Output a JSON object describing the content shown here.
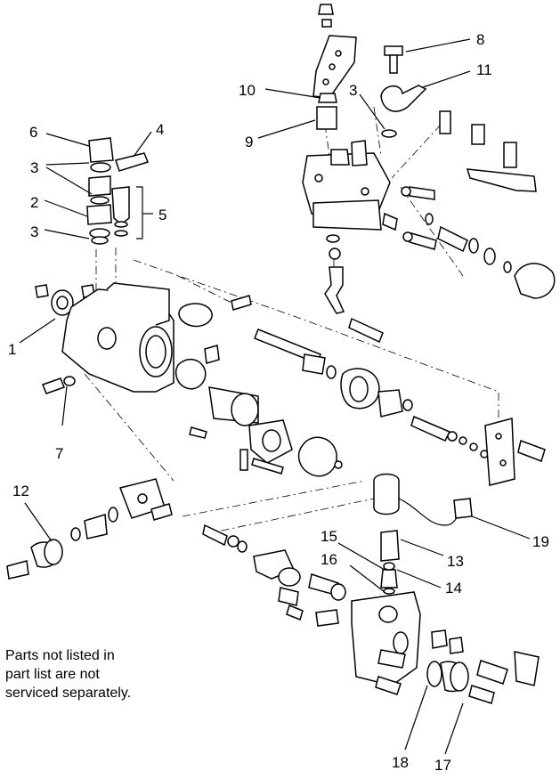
{
  "callouts": [
    {
      "id": "1",
      "label": "1"
    },
    {
      "id": "2",
      "label": "2"
    },
    {
      "id": "3",
      "label": "3"
    },
    {
      "id": "4",
      "label": "4"
    },
    {
      "id": "5",
      "label": "5"
    },
    {
      "id": "6",
      "label": "6"
    },
    {
      "id": "7",
      "label": "7"
    },
    {
      "id": "8",
      "label": "8"
    },
    {
      "id": "9",
      "label": "9"
    },
    {
      "id": "10",
      "label": "10"
    },
    {
      "id": "11",
      "label": "11"
    },
    {
      "id": "12",
      "label": "12"
    },
    {
      "id": "13",
      "label": "13"
    },
    {
      "id": "14",
      "label": "14"
    },
    {
      "id": "15",
      "label": "15"
    },
    {
      "id": "16",
      "label": "16"
    },
    {
      "id": "17",
      "label": "17"
    },
    {
      "id": "18",
      "label": "18"
    },
    {
      "id": "19",
      "label": "19"
    }
  ],
  "note": {
    "line1": "Parts not listed in",
    "line2": "part list are not",
    "line3": "serviced separately."
  }
}
